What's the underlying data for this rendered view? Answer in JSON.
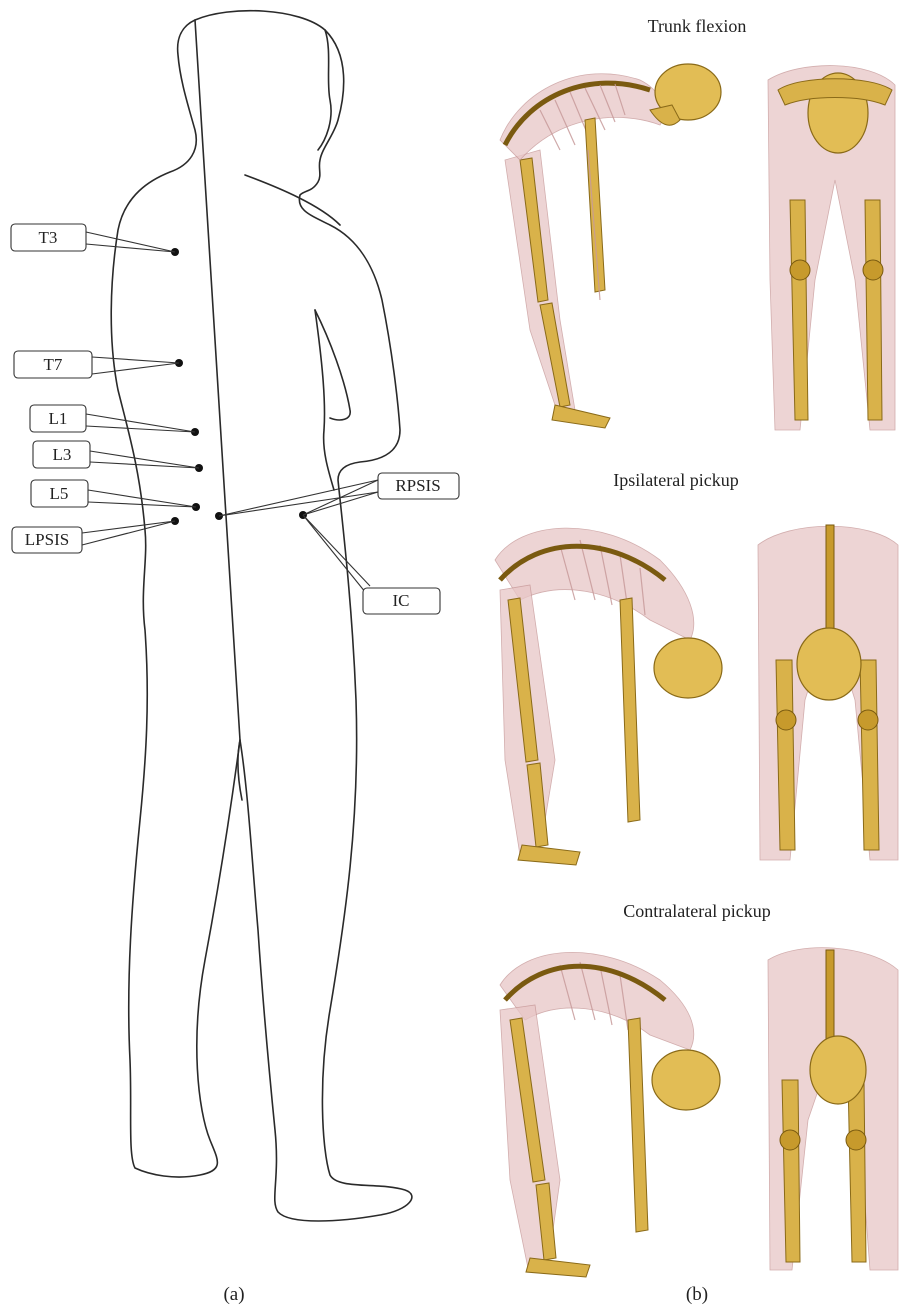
{
  "panel_a": {
    "sublabel": "(a)",
    "landmarks": [
      {
        "id": "T3",
        "label": "T3"
      },
      {
        "id": "T7",
        "label": "T7"
      },
      {
        "id": "L1",
        "label": "L1"
      },
      {
        "id": "L3",
        "label": "L3"
      },
      {
        "id": "L5",
        "label": "L5"
      },
      {
        "id": "LPSIS",
        "label": "LPSIS"
      },
      {
        "id": "RPSIS",
        "label": "RPSIS"
      },
      {
        "id": "IC",
        "label": "IC"
      }
    ]
  },
  "panel_b": {
    "sublabel": "(b)",
    "tasks": [
      {
        "title": "Trunk flexion"
      },
      {
        "title": "Ipsilateral pickup"
      },
      {
        "title": "Contralateral pickup"
      }
    ]
  },
  "colors": {
    "bone": "#d9b24a",
    "muscle": "#e8c6c6",
    "outline": "#2a2a2a"
  }
}
